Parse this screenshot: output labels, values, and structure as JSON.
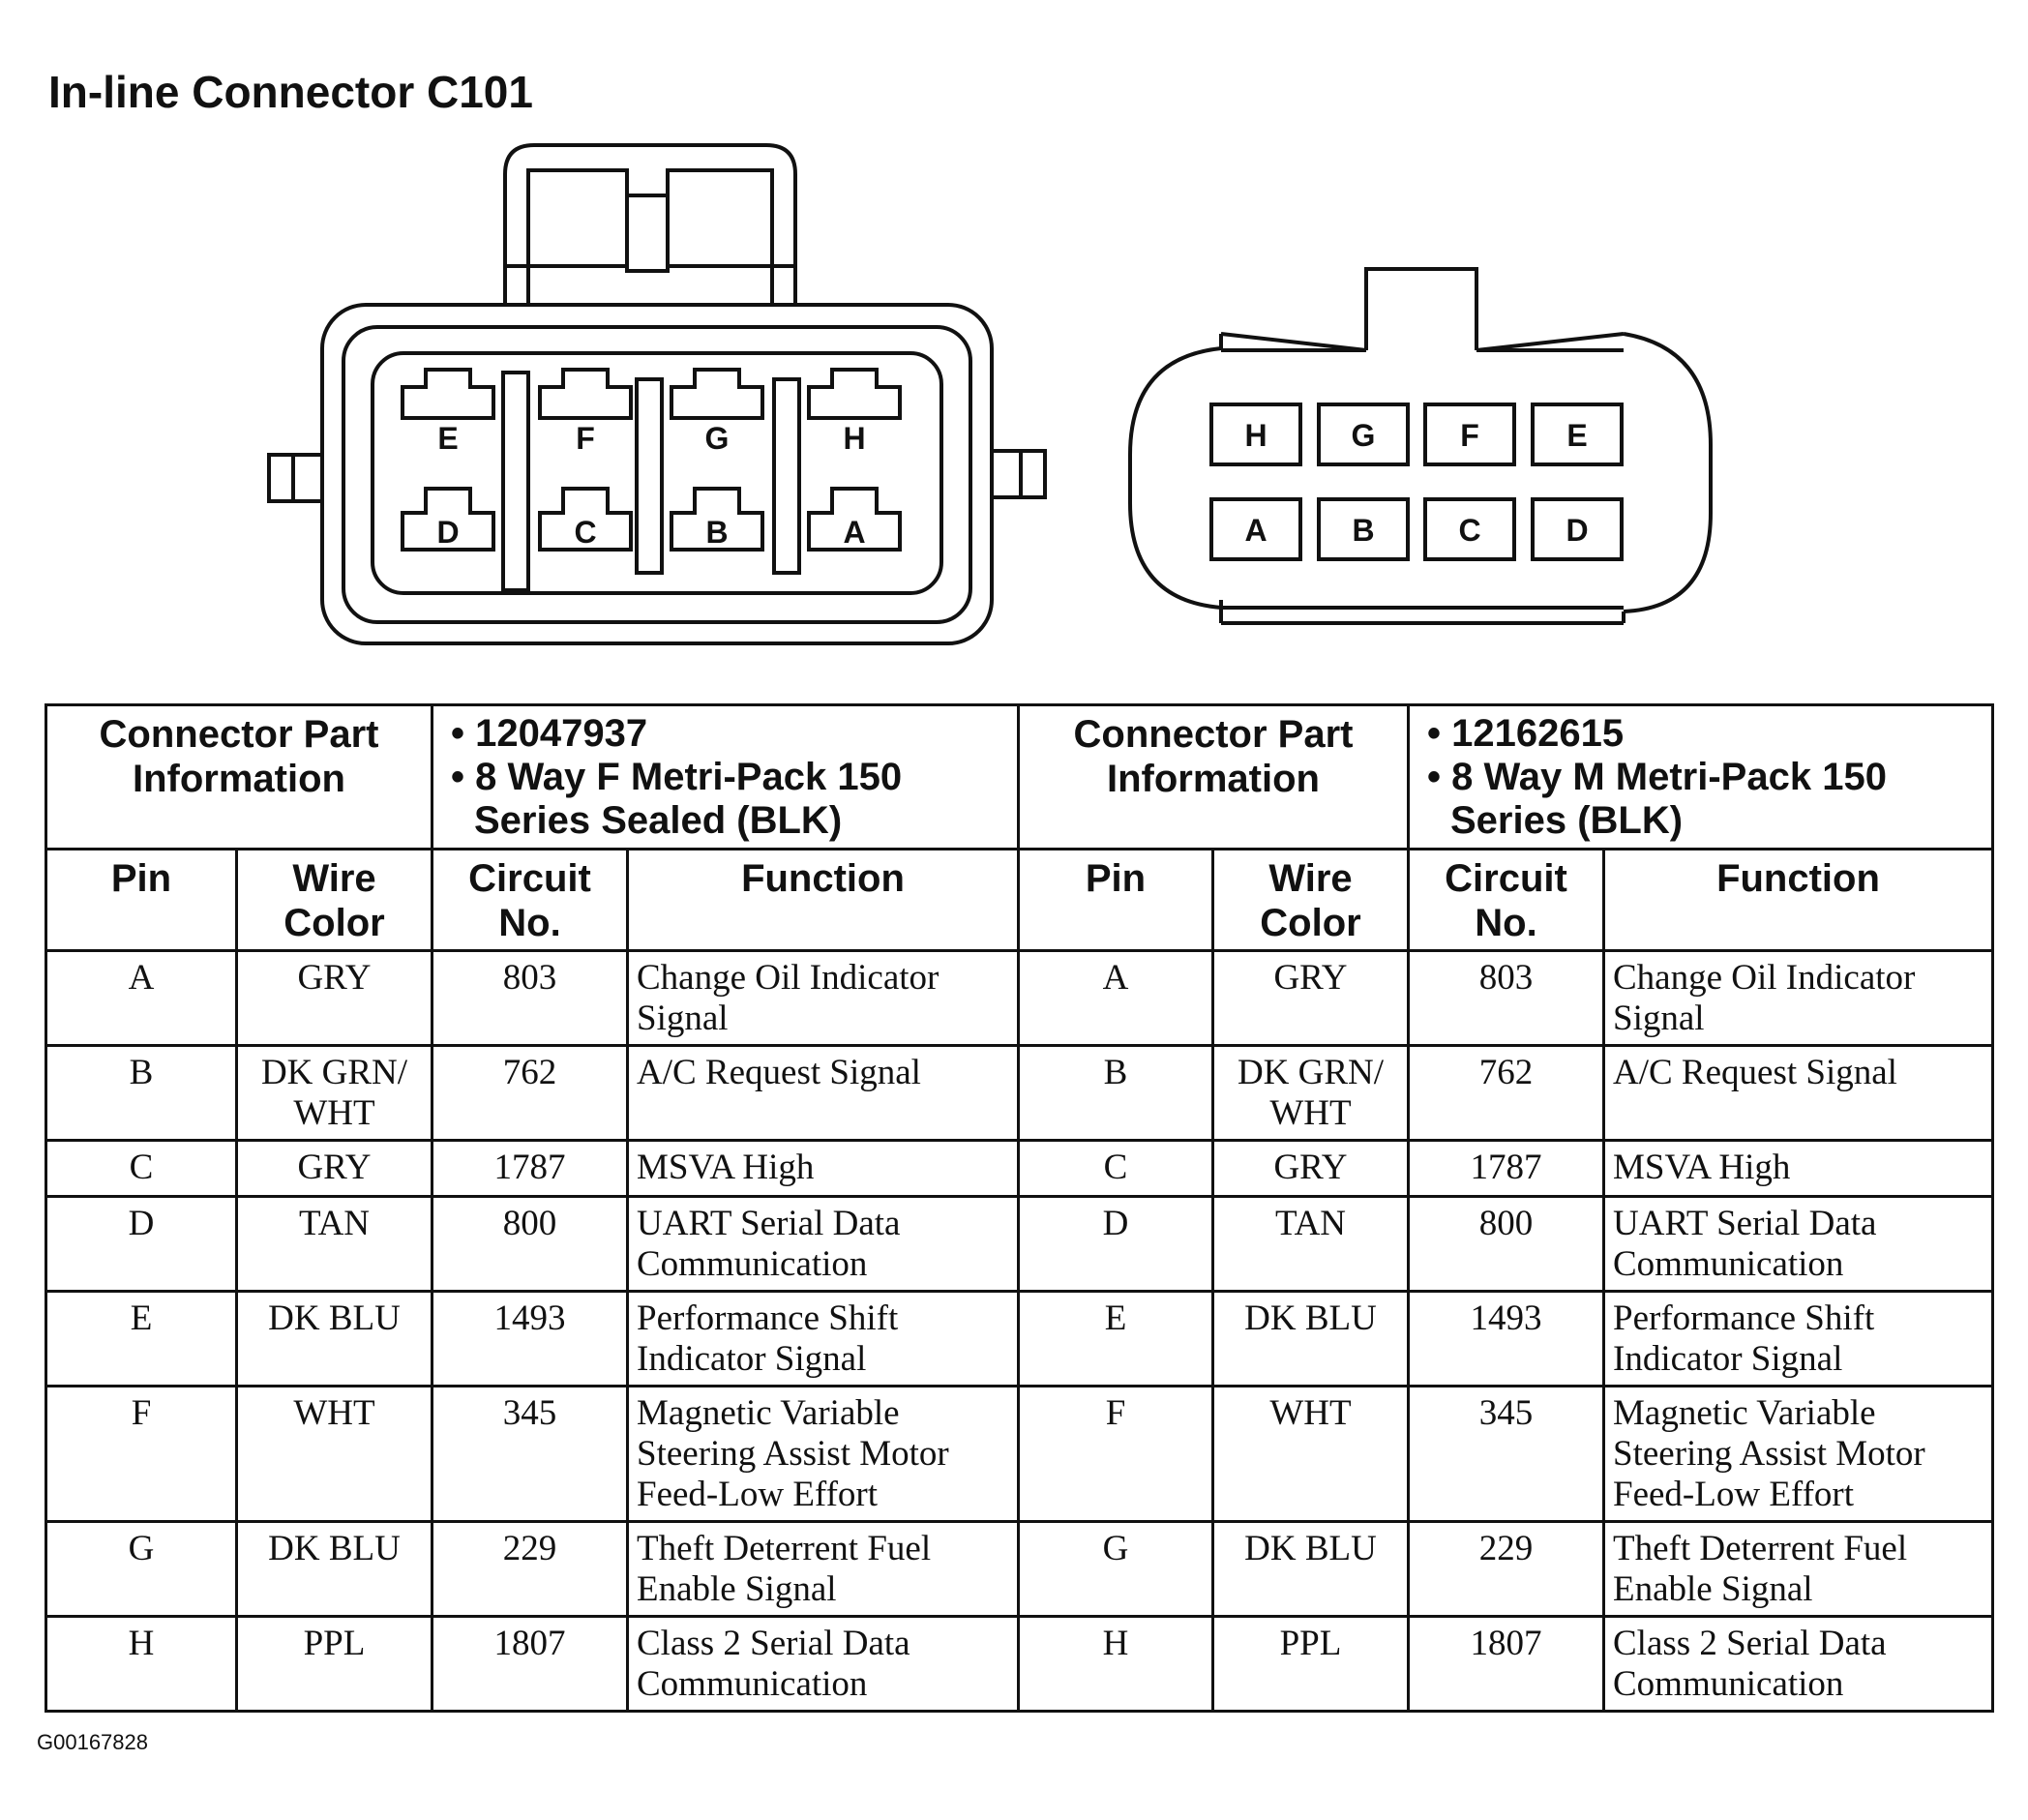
{
  "title": "In-line Connector C101",
  "female_connector": {
    "top_row": [
      "E",
      "F",
      "G",
      "H"
    ],
    "bottom_row": [
      "D",
      "C",
      "B",
      "A"
    ]
  },
  "male_connector": {
    "top_row": [
      "H",
      "G",
      "F",
      "E"
    ],
    "bottom_row": [
      "A",
      "B",
      "C",
      "D"
    ]
  },
  "left": {
    "info_label": "Connector Part Information",
    "info_values": [
      "12047937",
      "8 Way F Metri-Pack 150 Series Sealed (BLK)"
    ]
  },
  "right": {
    "info_label": "Connector Part Information",
    "info_values": [
      "12162615",
      "8 Way M Metri-Pack 150 Series (BLK)"
    ]
  },
  "columns": [
    "Pin",
    "Wire Color",
    "Circuit No.",
    "Function"
  ],
  "rows": [
    {
      "pin": "A",
      "wire": "GRY",
      "circuit": "803",
      "function": "Change Oil Indicator Signal"
    },
    {
      "pin": "B",
      "wire": "DK GRN/ WHT",
      "circuit": "762",
      "function": "A/C Request Signal"
    },
    {
      "pin": "C",
      "wire": "GRY",
      "circuit": "1787",
      "function": "MSVA High"
    },
    {
      "pin": "D",
      "wire": "TAN",
      "circuit": "800",
      "function": "UART Serial Data Communication"
    },
    {
      "pin": "E",
      "wire": "DK BLU",
      "circuit": "1493",
      "function": "Performance Shift Indicator Signal"
    },
    {
      "pin": "F",
      "wire": "WHT",
      "circuit": "345",
      "function": "Magnetic Variable Steering Assist Motor Feed-Low Effort"
    },
    {
      "pin": "G",
      "wire": "DK BLU",
      "circuit": "229",
      "function": "Theft Deterrent Fuel Enable Signal"
    },
    {
      "pin": "H",
      "wire": "PPL",
      "circuit": "1807",
      "function": "Class 2 Serial Data Communication"
    }
  ],
  "footer": "G00167828"
}
